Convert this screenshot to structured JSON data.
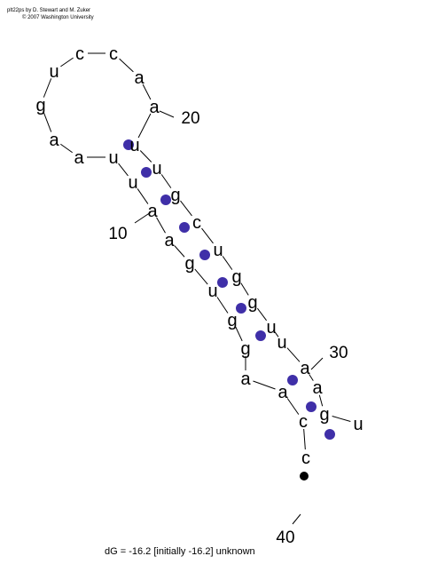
{
  "credit": {
    "line1": "plt22ps by D. Stewart and M. Zuker",
    "line2": "© 2007   Washington University"
  },
  "footer": "dG = -16.2  [initially  -16.2]    unknown",
  "sequence": "ccaaggugaauuaaguccaauugcugguuaagu",
  "colors": {
    "pair_dot": "#3f2fa8",
    "text": "#000000",
    "background": "#ffffff"
  },
  "tick_labels": [
    "10",
    "20",
    "30",
    "40"
  ],
  "structure": "unpaired-5'-end, stem with internal loop, hairpin loop, 3' loop"
}
